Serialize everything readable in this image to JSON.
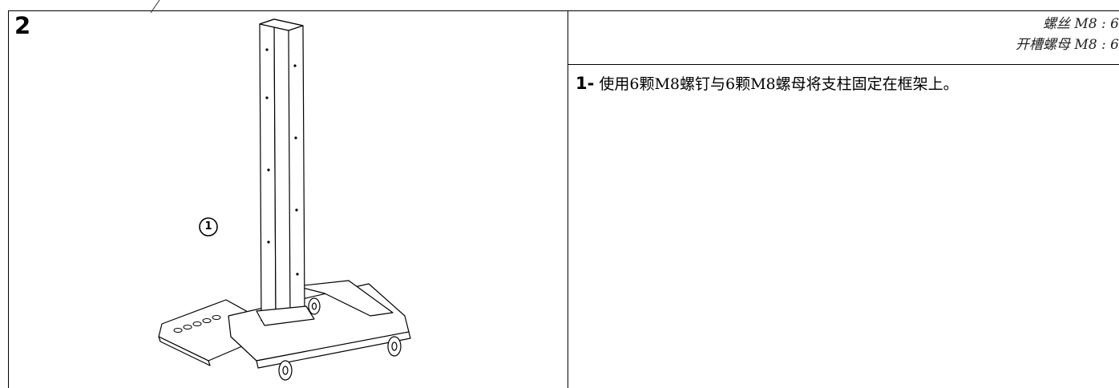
{
  "step": {
    "number": "2"
  },
  "callout": {
    "label": "1"
  },
  "hardware": {
    "items": [
      "螺丝 M8 : 6",
      "开槽螺母 M8 : 6"
    ]
  },
  "instruction": {
    "number": "1-",
    "text": " 使用6颗M8螺钉与6颗M8螺母将支柱固定在框架上。"
  },
  "illustration": {
    "subject": "stand-column-on-wheeled-base"
  }
}
